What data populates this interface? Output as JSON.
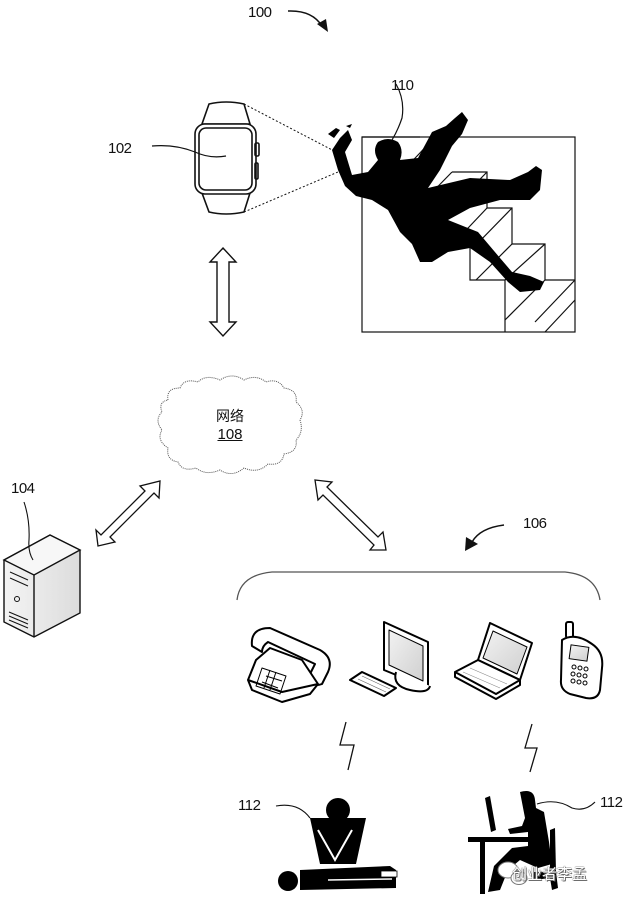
{
  "figure": {
    "reference_numeral": "100",
    "labels": {
      "wearable_device": "102",
      "server": "104",
      "responders_group": "106",
      "network_ref": "108",
      "fall_event": "110",
      "responder_left": "112",
      "responder_right": "112"
    },
    "network": {
      "name": "网络",
      "ref": "108"
    },
    "devices": [
      {
        "icon": "desk-phone-icon"
      },
      {
        "icon": "desktop-computer-icon"
      },
      {
        "icon": "laptop-icon"
      },
      {
        "icon": "mobile-phone-icon"
      }
    ],
    "watermark": "创业者李孟"
  },
  "colors": {
    "ink": "#111111",
    "background": "#ffffff",
    "screen_fill": "#e6e6e6"
  }
}
